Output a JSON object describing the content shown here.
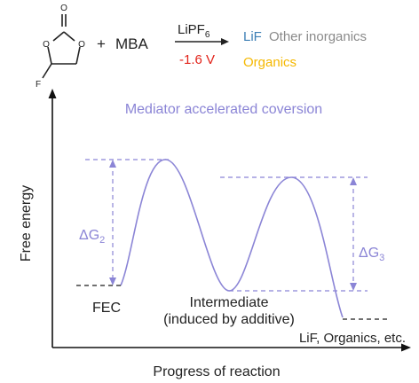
{
  "reaction": {
    "plus": "+",
    "additive": "MBA",
    "reagent_base": "LiPF",
    "reagent_sub": "6",
    "potential": "-1.6 V",
    "product_lif": "LiF",
    "product_other": "Other inorganics",
    "product_organics": "Organics",
    "ring_o_top": "O",
    "ring_o_left": "O",
    "ring_o_right": "O",
    "ring_f": "F"
  },
  "diagram": {
    "title": "Mediator accelerated coversion",
    "ylabel": "Free energy",
    "xlabel": "Progress of reaction",
    "dg2_symbol": "ΔG",
    "dg2_sub": "2",
    "dg3_symbol": "ΔG",
    "dg3_sub": "3",
    "label_fec": "FEC",
    "label_intermediate_line1": "Intermediate",
    "label_intermediate_line2": "(induced by additive)",
    "label_products": "LiF, Organics, etc."
  },
  "colors": {
    "purple": "#8b85d6",
    "red": "#e2231a",
    "blue": "#3d7fb5",
    "gray": "#8a8a8a",
    "yellow": "#f5b800",
    "black": "#1a1a1a"
  }
}
